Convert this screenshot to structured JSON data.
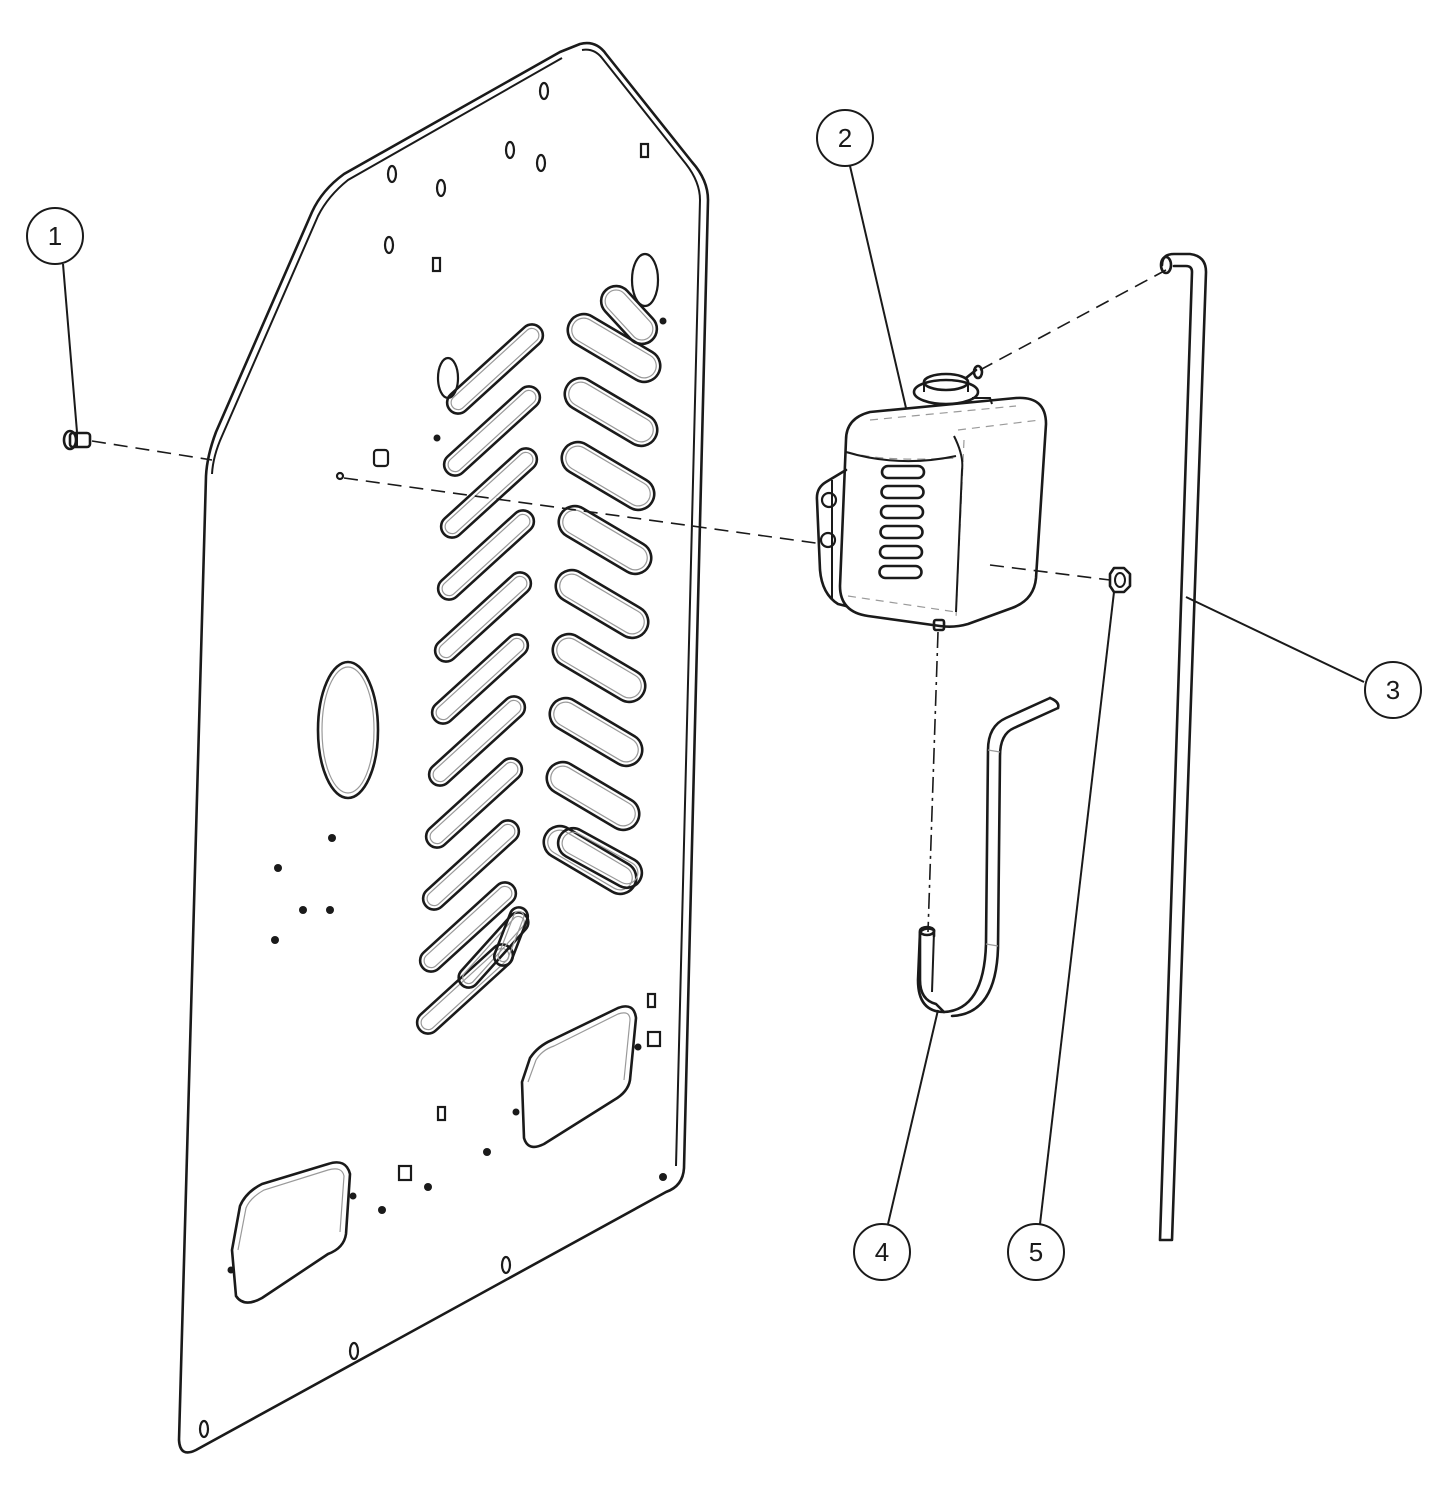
{
  "callouts": [
    {
      "id": "1",
      "label": "1"
    },
    {
      "id": "2",
      "label": "2"
    },
    {
      "id": "3",
      "label": "3"
    },
    {
      "id": "4",
      "label": "4"
    },
    {
      "id": "5",
      "label": "5"
    }
  ],
  "colors": {
    "line": "#1a1a1a",
    "hidden": "#9a9a9a",
    "background": "#ffffff"
  }
}
